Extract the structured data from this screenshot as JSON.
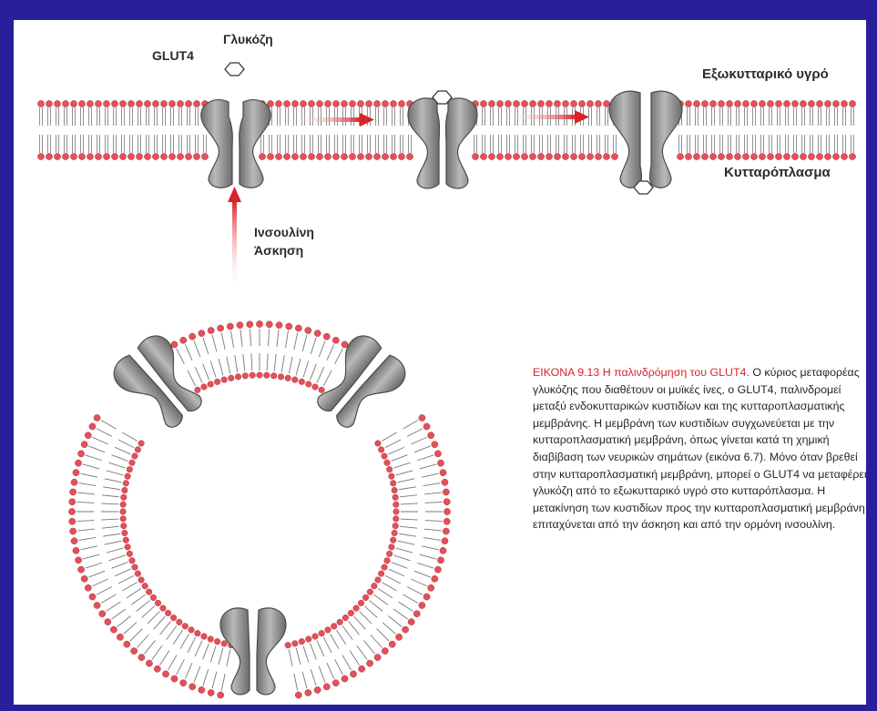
{
  "labels": {
    "glucose": "Γλυκόζη",
    "glut4": "GLUT4",
    "extracellular": "Εξωκυτταρικό υγρό",
    "cytoplasm": "Κυτταρόπλασμα",
    "insulin": "Ινσουλίνη",
    "exercise": "Άσκηση"
  },
  "caption": {
    "title": "ΕΙΚΟΝΑ 9.13 Η παλινδρόμηση του GLUT4.",
    "body": " Ο κύριος μεταφορέας γλυκόζης που διαθέτουν οι μυϊκές ίνες, ο GLUT4, παλινδρομεί μεταξύ ενδοκυτταρικών κυστιδίων και της κυτταροπλασματικής μεμβράνης. Η μεμβράνη των κυστιδίων συγχωνεύεται με την κυτταροπλασματική μεμβράνη, όπως γίνεται κατά τη χημική διαβίβαση των νευρικών σημάτων (εικόνα 6.7). Μόνο όταν βρεθεί στην κυτταροπλασματική μεμβράνη, μπορεί ο GLUT4 να μεταφέρει γλυκόζη από το εξωκυτταρικό υγρό στο κυτταρόπλασμα. Η μετακίνηση των κυστιδίων προς την κυτταροπλασματική μεμβράνη επιταχύνεται από την άσκηση και από την ορμόνη ινσουλίνη."
  },
  "colors": {
    "background": "#2a1f9a",
    "page": "#ffffff",
    "lipid_head": "#e3505a",
    "protein": "#8f8f8f",
    "arrow": "#d8232a"
  }
}
